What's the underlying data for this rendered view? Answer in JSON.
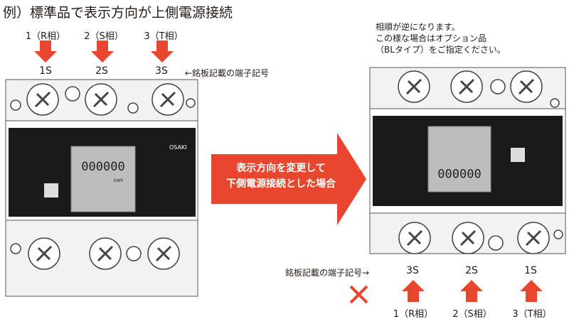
{
  "title": "例）標準品で表示方向が上側電源接続",
  "colors": {
    "accent": "#e8462f",
    "panel": "#1a1a1a",
    "lcd": "#bdbdbd"
  },
  "left": {
    "phases": [
      "1（R相）",
      "2（S相）",
      "3（T相）"
    ],
    "terminals": [
      "1S",
      "2S",
      "3S"
    ],
    "terminal_note": "←銘板記載の端子記号"
  },
  "center_arrow": {
    "line1": "表示方向を変更して",
    "line2": "下側電源接続とした場合"
  },
  "right": {
    "note_lines": [
      "相順が逆になります。",
      "この様な場合はオプション品",
      "（BLタイプ）をご指定ください。"
    ],
    "terminal_note": "銘板記載の端子記号→",
    "terminals": [
      "3S",
      "2S",
      "1S"
    ],
    "phases": [
      "1（R相）",
      "2（S相）",
      "3（T相）"
    ],
    "mark": "✕"
  },
  "meter": {
    "reading": "000000",
    "brand": "OSAKI",
    "unit": "kWh"
  }
}
